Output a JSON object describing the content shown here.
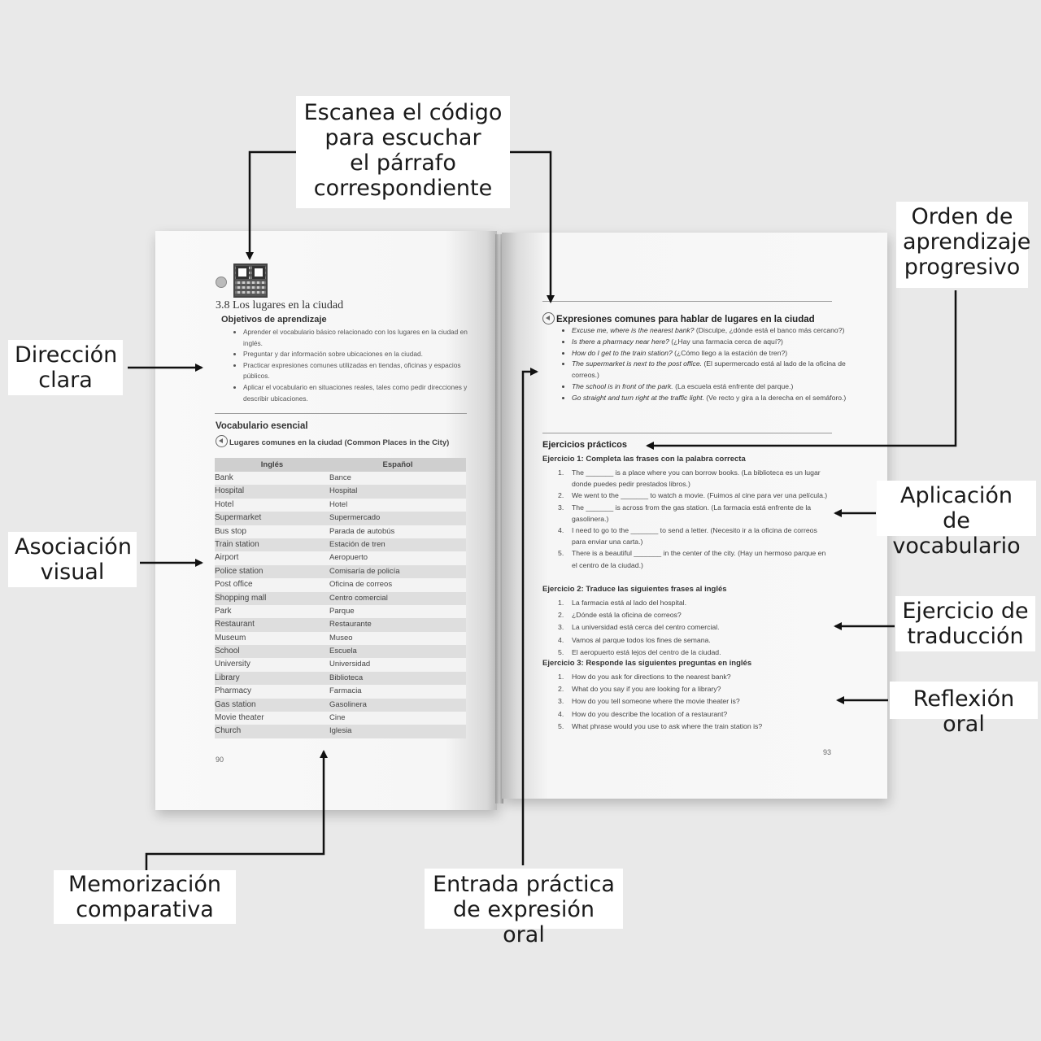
{
  "callouts": {
    "scan": [
      "Escanea el código",
      "para escuchar",
      "el párrafo",
      "correspondiente"
    ],
    "orden": [
      "Orden de",
      "aprendizaje",
      "progresivo"
    ],
    "direccion": [
      "Dirección",
      "clara"
    ],
    "asociacion": [
      "Asociación",
      "visual"
    ],
    "aplicacion": [
      "Aplicación de",
      "vocabulario"
    ],
    "ejercicio_traduccion": [
      "Ejercicio de",
      "traducción"
    ],
    "reflexion": [
      "Reflexión oral"
    ],
    "memorizacion": [
      "Memorización",
      "comparativa"
    ],
    "entrada": [
      "Entrada práctica",
      "de expresión oral"
    ]
  },
  "left_page": {
    "title": "3.8 Los lugares en la ciudad",
    "objectives_heading": "Objetivos de aprendizaje",
    "objectives": [
      "Aprender el vocabulario básico relacionado con los lugares en la ciudad en inglés.",
      "Preguntar y dar información sobre ubicaciones en la ciudad.",
      "Practicar expresiones comunes utilizadas en tiendas, oficinas y espacios públicos.",
      "Aplicar el vocabulario en situaciones reales, tales como pedir direcciones y describir ubicaciones."
    ],
    "vocab_heading": "Vocabulario esencial",
    "vocab_subheading": "Lugares comunes en la ciudad (Common Places in the City)",
    "table_headers": [
      "Inglés",
      "Español"
    ],
    "vocab": [
      [
        "Bank",
        "Bance"
      ],
      [
        "Hospital",
        "Hospital"
      ],
      [
        "Hotel",
        "Hotel"
      ],
      [
        "Supermarket",
        "Supermercado"
      ],
      [
        "Bus stop",
        "Parada de autobús"
      ],
      [
        "Train station",
        "Estación de tren"
      ],
      [
        "Airport",
        "Aeropuerto"
      ],
      [
        "Police station",
        "Comisaría de policía"
      ],
      [
        "Post office",
        "Oficina de correos"
      ],
      [
        "Shopping mall",
        "Centro comercial"
      ],
      [
        "Park",
        "Parque"
      ],
      [
        "Restaurant",
        "Restaurante"
      ],
      [
        "Museum",
        "Museo"
      ],
      [
        "School",
        "Escuela"
      ],
      [
        "University",
        "Universidad"
      ],
      [
        "Library",
        "Biblioteca"
      ],
      [
        "Pharmacy",
        "Farmacia"
      ],
      [
        "Gas station",
        "Gasolinera"
      ],
      [
        "Movie theater",
        "Cine"
      ],
      [
        "Church",
        "Iglesia"
      ]
    ],
    "page_number": "90"
  },
  "right_page": {
    "heading": "Expresiones comunes para hablar de lugares en la ciudad",
    "expressions": [
      {
        "en": "Excuse me, where is the nearest bank?",
        "es": "(Disculpe, ¿dónde está el banco más cercano?)"
      },
      {
        "en": "Is there a pharmacy near here?",
        "es": "(¿Hay una farmacia cerca de aquí?)"
      },
      {
        "en": "How do I get to the train station?",
        "es": "(¿Cómo llego a la estación de tren?)"
      },
      {
        "en": "The supermarket is next to the post office.",
        "es": "(El supermercado está al lado de la oficina de correos.)"
      },
      {
        "en": "The school is in front of the park.",
        "es": "(La escuela está enfrente del parque.)"
      },
      {
        "en": "Go straight and turn right at the traffic light.",
        "es": "(Ve recto y gira a la derecha en el semáforo.)"
      }
    ],
    "section_title": "Ejercicios prácticos",
    "ex1_title": "Ejercicio 1: Completa las frases con la palabra correcta",
    "ex1": [
      "The _______ is a place where you can borrow books. (La biblioteca es un lugar donde puedes pedir prestados libros.)",
      "We went to the _______ to watch a movie. (Fuimos al cine para ver una película.)",
      "The _______ is across from the gas station. (La farmacia está enfrente de la gasolinera.)",
      "I need to go to the _______ to send a letter. (Necesito ir a la oficina de correos para enviar una carta.)",
      "There is a beautiful _______ in the center of the city. (Hay un hermoso parque en el centro de la ciudad.)"
    ],
    "ex2_title": "Ejercicio 2: Traduce las siguientes frases al inglés",
    "ex2": [
      "La farmacia está al lado del hospital.",
      "¿Dónde está la oficina de correos?",
      "La universidad está cerca del centro comercial.",
      "Vamos al parque todos los fines de semana.",
      "El aeropuerto está lejos del centro de la ciudad."
    ],
    "ex3_title": "Ejercicio 3: Responde las siguientes preguntas en inglés",
    "ex3": [
      "How do you ask for directions to the nearest bank?",
      "What do you say if you are looking for a library?",
      "How do you tell someone where the movie theater is?",
      "How do you describe the location of a restaurant?",
      "What phrase would you use to ask where the train station is?"
    ],
    "page_number": "93"
  }
}
